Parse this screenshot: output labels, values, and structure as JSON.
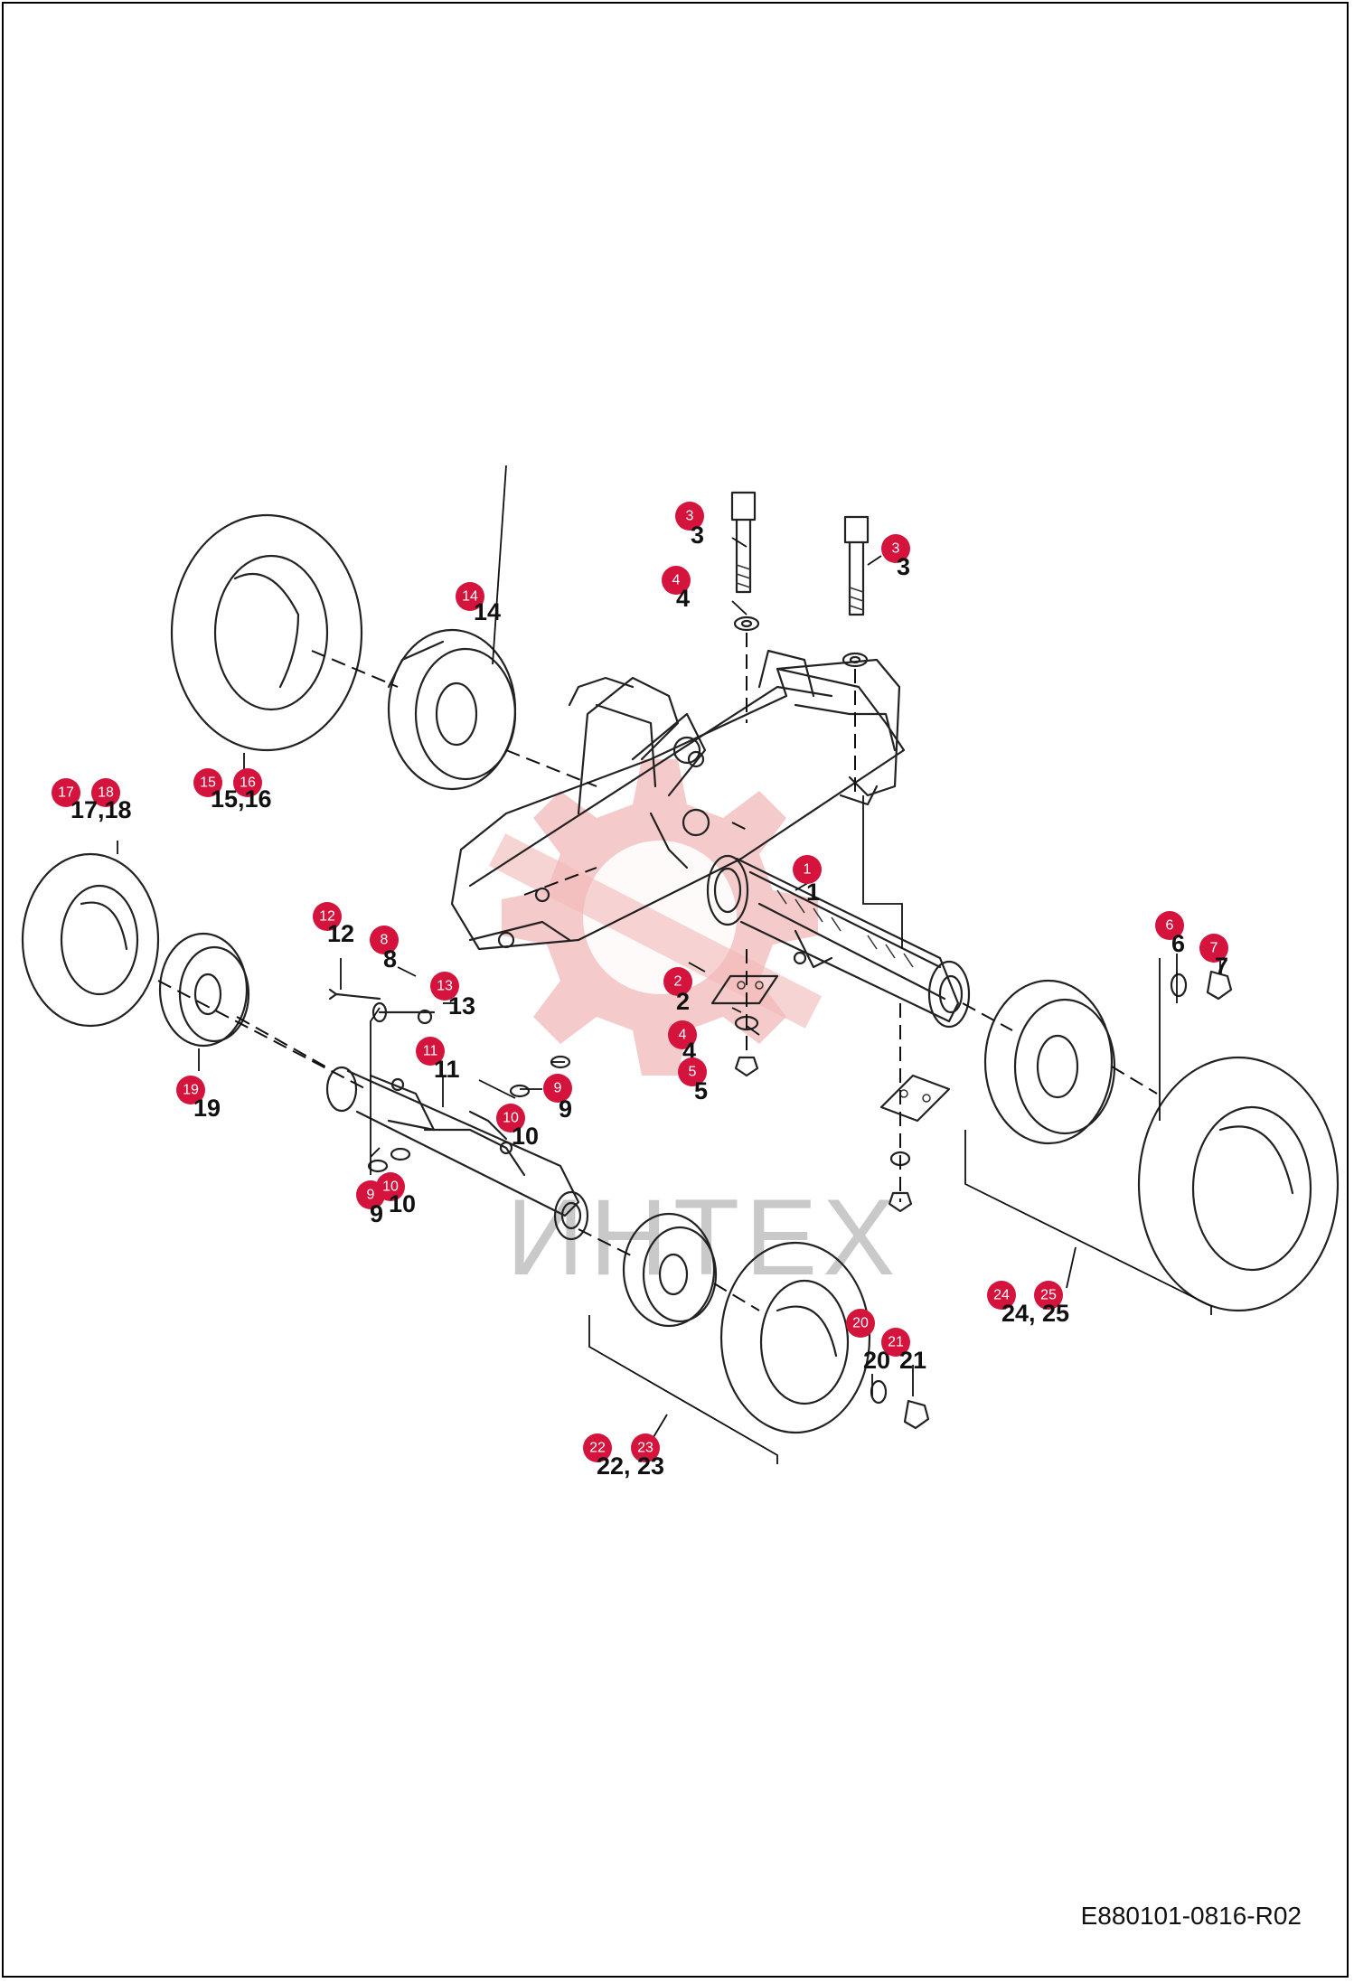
{
  "document": {
    "drawing_code": "E880101-0816-R02",
    "watermark_text": "ИНТЕХ"
  },
  "colors": {
    "badge": "#d4143c",
    "linework": "#222222",
    "watermark": "#f2b8b8"
  },
  "callouts": [
    {
      "badge": "1",
      "label": "1"
    },
    {
      "badge": "2",
      "label": "2"
    },
    {
      "badge": "3",
      "label": "3"
    },
    {
      "badge": "3",
      "label": "3"
    },
    {
      "badge": "4",
      "label": "4"
    },
    {
      "badge": "4",
      "label": "4"
    },
    {
      "badge": "5",
      "label": "5"
    },
    {
      "badge": "6",
      "label": "6"
    },
    {
      "badge": "7",
      "label": "7"
    },
    {
      "badge": "8",
      "label": "8"
    },
    {
      "badge": "9",
      "label": "9"
    },
    {
      "badge": "9",
      "label": "9"
    },
    {
      "badge": "10",
      "label": "10"
    },
    {
      "badge": "10",
      "label": "10"
    },
    {
      "badge": "11",
      "label": "11"
    },
    {
      "badge": "12",
      "label": "12"
    },
    {
      "badge": "13",
      "label": "13"
    },
    {
      "badge": "14",
      "label": "14"
    },
    {
      "badge": "15",
      "label": "15,16"
    },
    {
      "badge": "16",
      "label": ""
    },
    {
      "badge": "17",
      "label": "17,18"
    },
    {
      "badge": "18",
      "label": ""
    },
    {
      "badge": "19",
      "label": "19"
    },
    {
      "badge": "20",
      "label": "20"
    },
    {
      "badge": "21",
      "label": "21"
    },
    {
      "badge": "22",
      "label": "22, 23"
    },
    {
      "badge": "23",
      "label": ""
    },
    {
      "badge": "24",
      "label": "24, 25"
    },
    {
      "badge": "25",
      "label": ""
    }
  ]
}
